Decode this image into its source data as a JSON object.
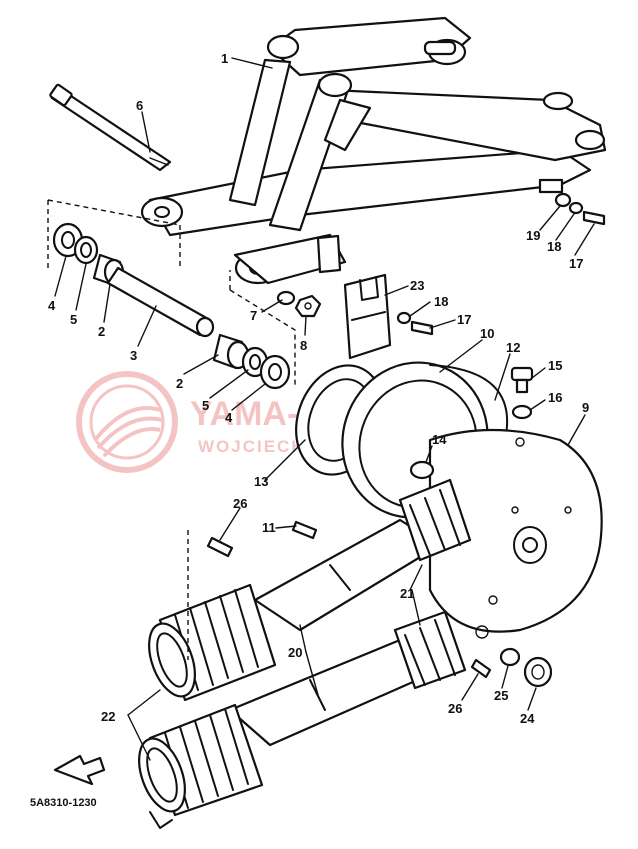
{
  "diagram": {
    "callouts": [
      {
        "id": "c1",
        "label": "1"
      },
      {
        "id": "c6",
        "label": "6"
      },
      {
        "id": "c19",
        "label": "19"
      },
      {
        "id": "c18a",
        "label": "18"
      },
      {
        "id": "c17a",
        "label": "17"
      },
      {
        "id": "c23",
        "label": "23"
      },
      {
        "id": "c18b",
        "label": "18"
      },
      {
        "id": "c17b",
        "label": "17"
      },
      {
        "id": "c7",
        "label": "7"
      },
      {
        "id": "c8",
        "label": "8"
      },
      {
        "id": "c4a",
        "label": "4"
      },
      {
        "id": "c5a",
        "label": "5"
      },
      {
        "id": "c2a",
        "label": "2"
      },
      {
        "id": "c3",
        "label": "3"
      },
      {
        "id": "c2b",
        "label": "2"
      },
      {
        "id": "c5b",
        "label": "5"
      },
      {
        "id": "c4b",
        "label": "4"
      },
      {
        "id": "c10",
        "label": "10"
      },
      {
        "id": "c12",
        "label": "12"
      },
      {
        "id": "c15",
        "label": "15"
      },
      {
        "id": "c16",
        "label": "16"
      },
      {
        "id": "c9",
        "label": "9"
      },
      {
        "id": "c14",
        "label": "14"
      },
      {
        "id": "c13",
        "label": "13"
      },
      {
        "id": "c26a",
        "label": "26"
      },
      {
        "id": "c11",
        "label": "11"
      },
      {
        "id": "c21",
        "label": "21"
      },
      {
        "id": "c20",
        "label": "20"
      },
      {
        "id": "c22",
        "label": "22"
      },
      {
        "id": "c25",
        "label": "25"
      },
      {
        "id": "c26b",
        "label": "26"
      },
      {
        "id": "c24",
        "label": "24"
      }
    ],
    "drawing_code": "5A8310-1230",
    "watermark": {
      "title": "YAMA-POL.PL",
      "subtitle": "WOJCIECH MAJEWSKI",
      "color": "#e05a5a"
    }
  }
}
